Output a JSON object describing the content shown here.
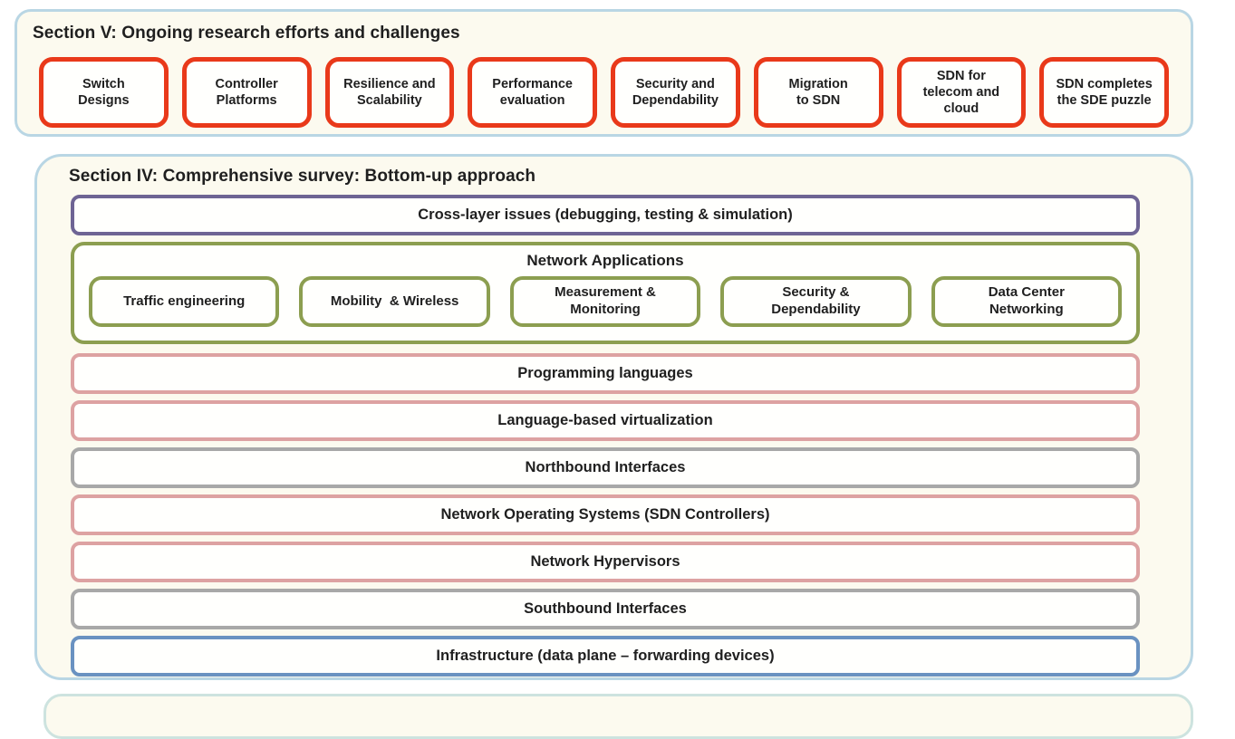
{
  "section_v": {
    "title": "Section V: Ongoing research efforts and challenges",
    "boxes": [
      "Switch\nDesigns",
      "Controller\nPlatforms",
      "Resilience and\nScalability",
      "Performance\nevaluation",
      "Security and\nDependability",
      "Migration\nto SDN",
      "SDN for\ntelecom and\ncloud",
      "SDN completes\nthe SDE puzzle"
    ]
  },
  "section_iv": {
    "title": "Section IV: Comprehensive survey: Bottom-up approach",
    "cross_layer_label": "Cross-layer issues (debugging, testing & simulation)",
    "network_applications": {
      "title": "Network Applications",
      "boxes": [
        "Traffic engineering",
        "Mobility  & Wireless",
        "Measurement &\nMonitoring",
        "Security &\nDependability",
        "Data Center\nNetworking"
      ]
    },
    "layers": [
      {
        "label": "Programming languages",
        "color": "pink"
      },
      {
        "label": "Language-based virtualization",
        "color": "pink"
      },
      {
        "label": "Northbound Interfaces",
        "color": "gray"
      },
      {
        "label": "Network Operating Systems (SDN Controllers)",
        "color": "pink"
      },
      {
        "label": "Network Hypervisors",
        "color": "pink"
      },
      {
        "label": "Southbound Interfaces",
        "color": "gray"
      },
      {
        "label": "Infrastructure (data plane – forwarding devices)",
        "color": "blue"
      }
    ]
  },
  "colors": {
    "red": "#e9391a",
    "purple": "#6e6494",
    "green": "#8c9e50",
    "pink": "#dda2a2",
    "gray": "#a8a8a8",
    "blue": "#6a92c1",
    "section_border": "#b9d6e4",
    "teal": "#cde3df",
    "bg": "#fcfaef",
    "box_bg": "#fffffd",
    "text": "#1f1f1f"
  }
}
